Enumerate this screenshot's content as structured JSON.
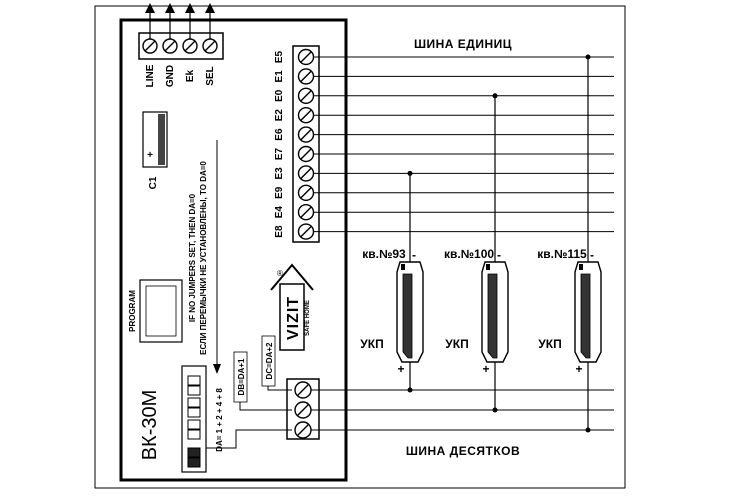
{
  "device": {
    "model": "ВК-30М",
    "top_terminals": [
      "LINE",
      "GND",
      "Ek",
      "SEL"
    ],
    "capacitor_label": "C1",
    "capacitor_polarity": "+",
    "program_label": "PROGRAM",
    "jumper_note_en": "IF NO JUMPERS SET, THEN DA=0",
    "jumper_note_ru": "ЕСЛИ ПЕРЕМЫЧКИ НЕ УСТАНОВЛЕНЫ, TO DA=0",
    "da_label": "DA= 1  + 2  + 4  + 8",
    "db_label": "DB=DA+1",
    "dc_label": "DC=DA+2",
    "brand_name": "VIZIT",
    "brand_sub": "SAFE HOME",
    "brand_mark": "®"
  },
  "unit_terminals": [
    "E5",
    "E1",
    "E0",
    "E2",
    "E6",
    "E7",
    "E3",
    "E9",
    "E4",
    "E8"
  ],
  "bus_units_label": "ШИНА ЕДИНИЦ",
  "bus_tens_label": "ШИНА ДЕСЯТКОВ",
  "handsets": [
    {
      "apartment": "кв.№93",
      "type": "УКП",
      "minus": "-",
      "plus": "+",
      "unit_terminal": "E3",
      "tens_line": 1
    },
    {
      "apartment": "кв.№100",
      "type": "УКП",
      "minus": "-",
      "plus": "+",
      "unit_terminal": "E0",
      "tens_line": 2
    },
    {
      "apartment": "кв.№115",
      "type": "УКП",
      "minus": "-",
      "plus": "+",
      "unit_terminal": "E5",
      "tens_line": 3
    }
  ]
}
